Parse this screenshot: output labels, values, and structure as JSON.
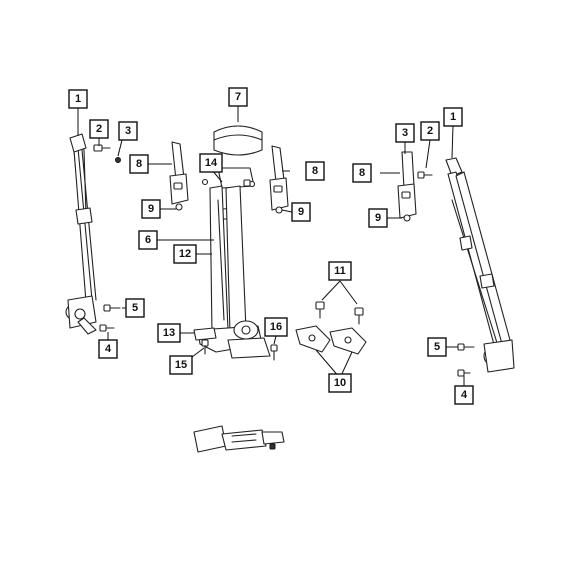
{
  "callouts": [
    {
      "id": "c1-left",
      "label": "1"
    },
    {
      "id": "c2-left",
      "label": "2"
    },
    {
      "id": "c3-left",
      "label": "3"
    },
    {
      "id": "c7",
      "label": "7"
    },
    {
      "id": "c8-left",
      "label": "8"
    },
    {
      "id": "c14",
      "label": "14"
    },
    {
      "id": "c8-center",
      "label": "8"
    },
    {
      "id": "c9-left",
      "label": "9"
    },
    {
      "id": "c9-center",
      "label": "9"
    },
    {
      "id": "c6",
      "label": "6"
    },
    {
      "id": "c12",
      "label": "12"
    },
    {
      "id": "c3-right",
      "label": "3"
    },
    {
      "id": "c2-right",
      "label": "2"
    },
    {
      "id": "c1-right",
      "label": "1"
    },
    {
      "id": "c8-right",
      "label": "8"
    },
    {
      "id": "c9-right",
      "label": "9"
    },
    {
      "id": "c11",
      "label": "11"
    },
    {
      "id": "c5-left",
      "label": "5"
    },
    {
      "id": "c4-left",
      "label": "4"
    },
    {
      "id": "c13",
      "label": "13"
    },
    {
      "id": "c16",
      "label": "16"
    },
    {
      "id": "c15",
      "label": "15"
    },
    {
      "id": "c10",
      "label": "10"
    },
    {
      "id": "c5-right",
      "label": "5"
    },
    {
      "id": "c4-right",
      "label": "4"
    }
  ],
  "colors": {
    "line": "#222222",
    "background": "#ffffff"
  }
}
